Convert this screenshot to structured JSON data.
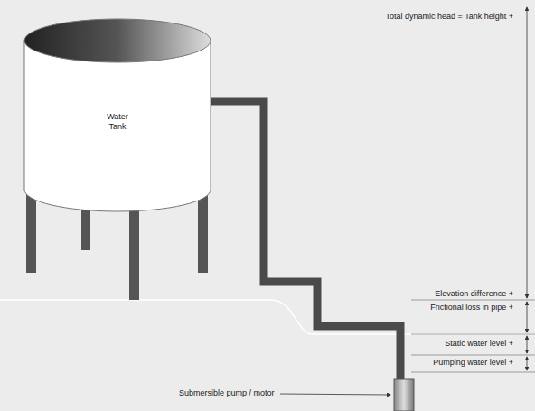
{
  "diagram": {
    "nodes": [
      {
        "text": [
          "Water Tank"
        ]
      }
    ],
    "labels": [
      "Total dynamic head = Tank height +",
      "Elevation difference +",
      "Frictional loss in pipe +",
      "Static water level +",
      "Pumping water level +",
      "Submersible pump / motor"
    ]
  }
}
